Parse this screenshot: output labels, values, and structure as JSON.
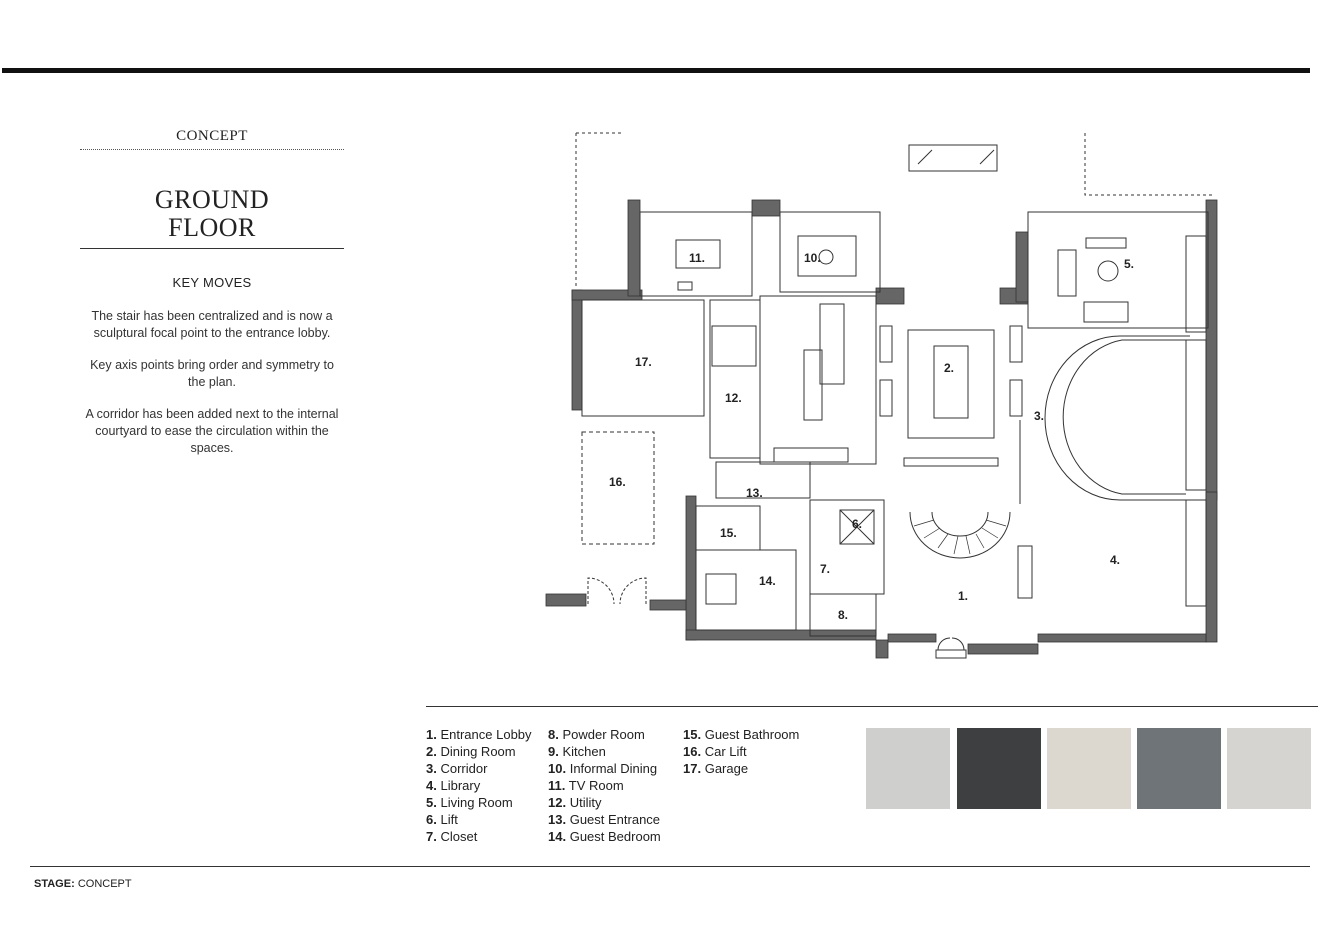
{
  "sidebar": {
    "concept_label": "CONCEPT",
    "title_line1": "GROUND",
    "title_line2": "FLOOR",
    "key_moves_heading": "KEY MOVES",
    "paragraphs": [
      "The stair has been centralized and is now a sculptural focal point to the entrance lobby.",
      "Key axis points bring order and symmetry to the plan.",
      "A corridor has been added next to the internal courtyard to ease the circulation within the spaces."
    ]
  },
  "plan_labels": {
    "r1": "1.",
    "r2": "2.",
    "r3": "3.",
    "r4": "4.",
    "r5": "5.",
    "r6": "6.",
    "r7": "7.",
    "r8": "8.",
    "r10": "10.",
    "r11": "11.",
    "r12": "12.",
    "r13": "13.",
    "r14": "14.",
    "r15": "15.",
    "r16": "16.",
    "r17": "17."
  },
  "legend": {
    "col1": [
      {
        "num": "1.",
        "name": "Entrance Lobby"
      },
      {
        "num": "2.",
        "name": "Dining Room"
      },
      {
        "num": "3.",
        "name": "Corridor"
      },
      {
        "num": "4.",
        "name": "Library"
      },
      {
        "num": "5.",
        "name": "Living Room"
      },
      {
        "num": "6.",
        "name": "Lift"
      },
      {
        "num": "7.",
        "name": "Closet"
      }
    ],
    "col2": [
      {
        "num": "8.",
        "name": "Powder Room"
      },
      {
        "num": "9.",
        "name": "Kitchen"
      },
      {
        "num": "10.",
        "name": "Informal Dining"
      },
      {
        "num": "11.",
        "name": "TV Room"
      },
      {
        "num": "12.",
        "name": "Utility"
      },
      {
        "num": "13.",
        "name": "Guest Entrance"
      },
      {
        "num": "14.",
        "name": "Guest Bedroom"
      }
    ],
    "col3": [
      {
        "num": "15.",
        "name": "Guest Bathroom"
      },
      {
        "num": "16.",
        "name": "Car Lift"
      },
      {
        "num": "17.",
        "name": "Garage"
      }
    ]
  },
  "material_swatches": [
    {
      "name": "light-grey-stone",
      "color": "#cfcfcd"
    },
    {
      "name": "dark-slate",
      "color": "#3e3f40"
    },
    {
      "name": "light-wood",
      "color": "#dcd8d0"
    },
    {
      "name": "grey-marble",
      "color": "#6f7478"
    },
    {
      "name": "pale-wood-grain",
      "color": "#d6d4d0"
    }
  ],
  "footer": {
    "stage_label": "STAGE:",
    "stage_value": "CONCEPT"
  }
}
